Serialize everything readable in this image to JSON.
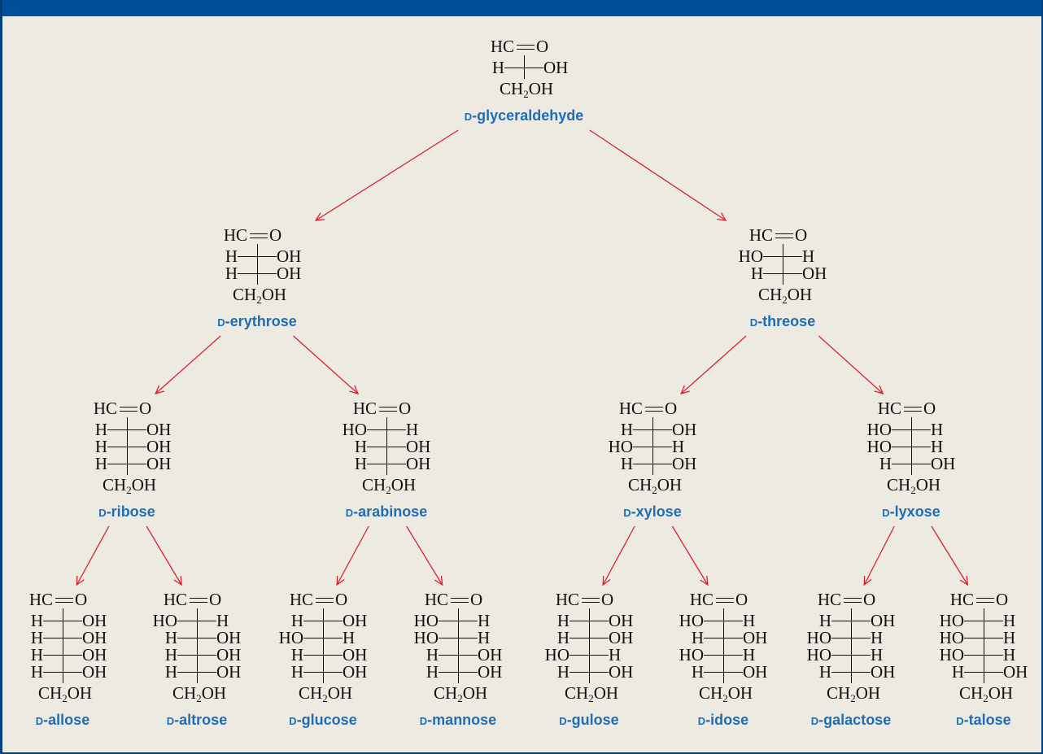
{
  "diagram": {
    "colors": {
      "arrow": "#d9222f",
      "label": "#1f6db5",
      "border": "#003f7d",
      "background": "#edeae2"
    },
    "molecules": [
      {
        "id": "glyceraldehyde",
        "d_prefix": "D",
        "name": "-glyceraldehyde",
        "top": "HC",
        "rows": [
          [
            "H",
            "OH"
          ]
        ]
      },
      {
        "id": "erythrose",
        "d_prefix": "D",
        "name": "-erythrose",
        "top": "HC",
        "rows": [
          [
            "H",
            "OH"
          ],
          [
            "H",
            "OH"
          ]
        ]
      },
      {
        "id": "threose",
        "d_prefix": "D",
        "name": "-threose",
        "top": "HC",
        "rows": [
          [
            "HO",
            "H"
          ],
          [
            "H",
            "OH"
          ]
        ]
      },
      {
        "id": "ribose",
        "d_prefix": "D",
        "name": "-ribose",
        "top": "HC",
        "rows": [
          [
            "H",
            "OH"
          ],
          [
            "H",
            "OH"
          ],
          [
            "H",
            "OH"
          ]
        ]
      },
      {
        "id": "arabinose",
        "d_prefix": "D",
        "name": "-arabinose",
        "top": "HC",
        "rows": [
          [
            "HO",
            "H"
          ],
          [
            "H",
            "OH"
          ],
          [
            "H",
            "OH"
          ]
        ]
      },
      {
        "id": "xylose",
        "d_prefix": "D",
        "name": "-xylose",
        "top": "HC",
        "rows": [
          [
            "H",
            "OH"
          ],
          [
            "HO",
            "H"
          ],
          [
            "H",
            "OH"
          ]
        ]
      },
      {
        "id": "lyxose",
        "d_prefix": "D",
        "name": "-lyxose",
        "top": "HC",
        "rows": [
          [
            "HO",
            "H"
          ],
          [
            "HO",
            "H"
          ],
          [
            "H",
            "OH"
          ]
        ]
      },
      {
        "id": "allose",
        "d_prefix": "D",
        "name": "-allose",
        "top": "HC",
        "rows": [
          [
            "H",
            "OH"
          ],
          [
            "H",
            "OH"
          ],
          [
            "H",
            "OH"
          ],
          [
            "H",
            "OH"
          ]
        ]
      },
      {
        "id": "altrose",
        "d_prefix": "D",
        "name": "-altrose",
        "top": "HC",
        "rows": [
          [
            "HO",
            "H"
          ],
          [
            "H",
            "OH"
          ],
          [
            "H",
            "OH"
          ],
          [
            "H",
            "OH"
          ]
        ]
      },
      {
        "id": "glucose",
        "d_prefix": "D",
        "name": "-glucose",
        "top": "HC",
        "rows": [
          [
            "H",
            "OH"
          ],
          [
            "HO",
            "H"
          ],
          [
            "H",
            "OH"
          ],
          [
            "H",
            "OH"
          ]
        ]
      },
      {
        "id": "mannose",
        "d_prefix": "D",
        "name": "-mannose",
        "top": "HC",
        "rows": [
          [
            "HO",
            "H"
          ],
          [
            "HO",
            "H"
          ],
          [
            "H",
            "OH"
          ],
          [
            "H",
            "OH"
          ]
        ]
      },
      {
        "id": "gulose",
        "d_prefix": "D",
        "name": "-gulose",
        "top": "HC",
        "rows": [
          [
            "H",
            "OH"
          ],
          [
            "H",
            "OH"
          ],
          [
            "HO",
            "H"
          ],
          [
            "H",
            "OH"
          ]
        ]
      },
      {
        "id": "idose",
        "d_prefix": "D",
        "name": "-idose",
        "top": "HC",
        "rows": [
          [
            "HO",
            "H"
          ],
          [
            "H",
            "OH"
          ],
          [
            "HO",
            "H"
          ],
          [
            "H",
            "OH"
          ]
        ]
      },
      {
        "id": "galactose",
        "d_prefix": "D",
        "name": "-galactose",
        "top": "HC",
        "rows": [
          [
            "H",
            "OH"
          ],
          [
            "HO",
            "H"
          ],
          [
            "HO",
            "H"
          ],
          [
            "H",
            "OH"
          ]
        ]
      },
      {
        "id": "talose",
        "d_prefix": "D",
        "name": "-talose",
        "top": "HC",
        "rows": [
          [
            "HO",
            "H"
          ],
          [
            "HO",
            "H"
          ],
          [
            "HO",
            "H"
          ],
          [
            "H",
            "OH"
          ]
        ]
      }
    ],
    "carbonyl_oxygen": "O",
    "bottom_group": {
      "main": "CH",
      "sub": "2",
      "tail": "OH"
    },
    "edges": [
      [
        "glyceraldehyde",
        "erythrose"
      ],
      [
        "glyceraldehyde",
        "threose"
      ],
      [
        "erythrose",
        "ribose"
      ],
      [
        "erythrose",
        "arabinose"
      ],
      [
        "threose",
        "xylose"
      ],
      [
        "threose",
        "lyxose"
      ],
      [
        "ribose",
        "allose"
      ],
      [
        "ribose",
        "altrose"
      ],
      [
        "arabinose",
        "glucose"
      ],
      [
        "arabinose",
        "mannose"
      ],
      [
        "xylose",
        "gulose"
      ],
      [
        "xylose",
        "idose"
      ],
      [
        "lyxose",
        "galactose"
      ],
      [
        "lyxose",
        "talose"
      ]
    ]
  }
}
